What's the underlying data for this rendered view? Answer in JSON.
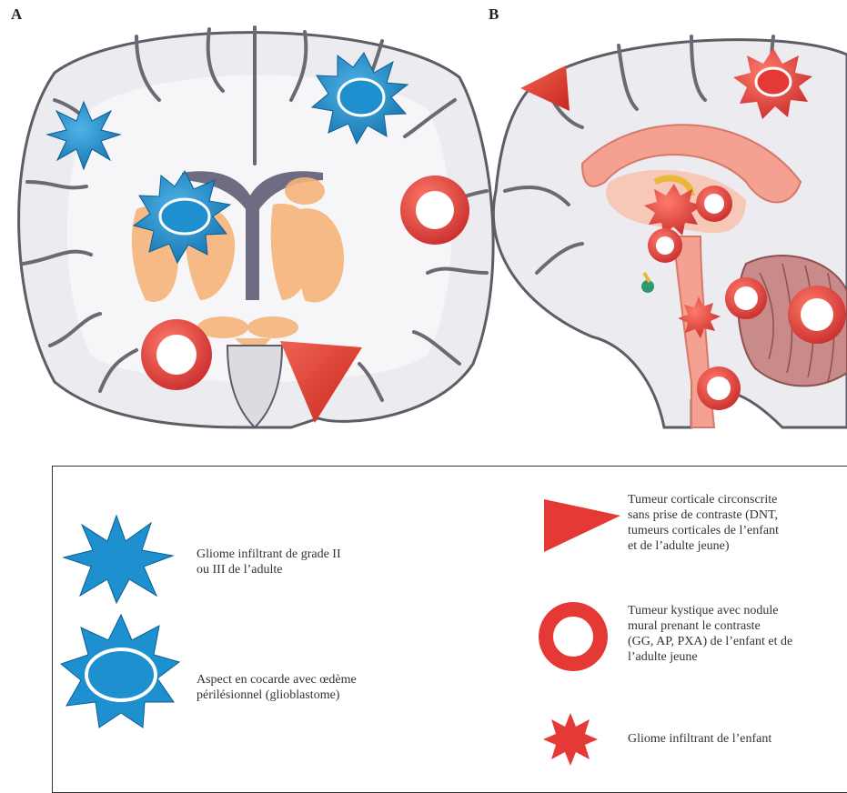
{
  "figure": {
    "panel_a": "A",
    "panel_b": "B"
  },
  "legend": {
    "items": [
      {
        "icon": "blue-star-icon",
        "line1": "Gliome infiltrant de grade II",
        "line2": "ou III de l’adulte"
      },
      {
        "icon": "blue-star-ring-icon",
        "line1": "Aspect en cocarde avec œdème",
        "line2": "périlésionnel (glioblastome)"
      },
      {
        "icon": "red-triangle-icon",
        "line1": "Tumeur corticale circonscrite",
        "line2": "sans prise de contraste (DNT,",
        "line3": "tumeurs corticales de l’enfant",
        "line4": "et de l’adulte jeune)"
      },
      {
        "icon": "red-ring-icon",
        "line1": "Tumeur kystique avec nodule",
        "line2": "mural prenant le contraste",
        "line3": "(GG, AP, PXA) de l’enfant et de",
        "line4": "l’adulte jeune"
      },
      {
        "icon": "red-star-icon",
        "line1": "Gliome infiltrant de l’enfant"
      }
    ]
  },
  "colors": {
    "blue": "#1e8fcf",
    "red": "#e53935",
    "brain": "#ecebef",
    "orange": "#f5b47a"
  }
}
